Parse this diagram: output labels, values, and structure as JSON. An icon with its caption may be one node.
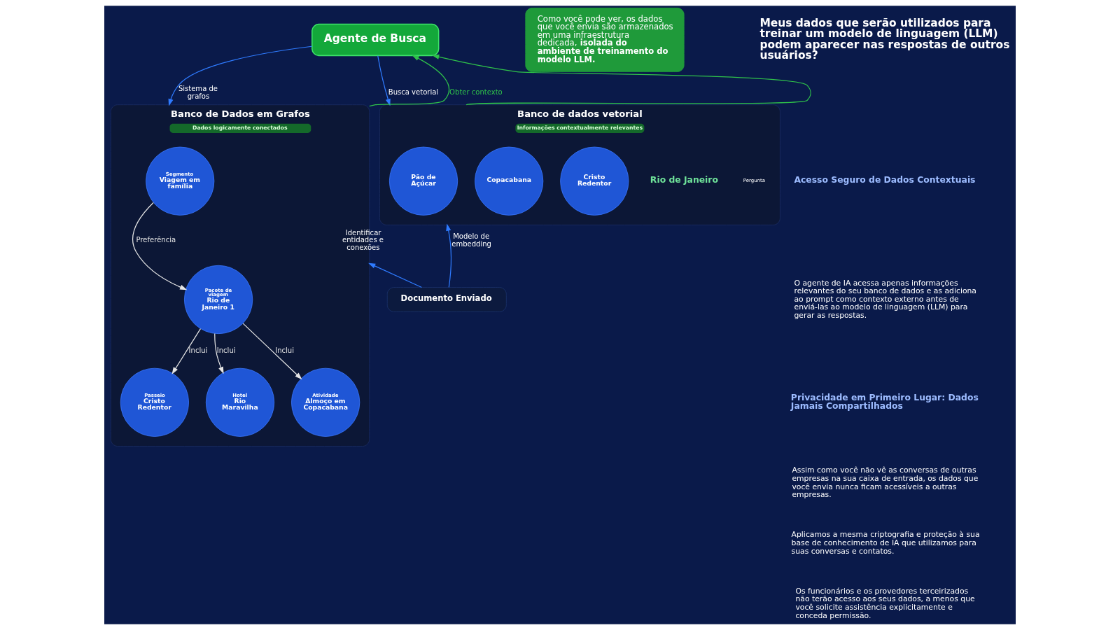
{
  "diagram": {
    "nodes": [
      {
        "text": [
          "Agente de Busca"
        ]
      },
      {
        "text": [
          "Banco de Dados em Grafos",
          "Dados logicamente conectados"
        ]
      },
      {
        "text": [
          "Segmento",
          "Viagem em família"
        ],
        "in": 1
      },
      {
        "text": [
          "Pacote de viagem",
          "Rio de Janeiro 1"
        ],
        "in": 1
      },
      {
        "text": [
          "Passeio",
          "Cristo Redentor"
        ],
        "in": 1
      },
      {
        "text": [
          "Hotel",
          "Rio Maravilha"
        ],
        "in": 1
      },
      {
        "text": [
          "Atividade",
          "Almoço em Copacabana"
        ],
        "in": 1
      },
      {
        "text": [
          "Banco de dados vetorial",
          "Informações contextualmente relevantes"
        ]
      },
      {
        "text": [
          "Pão de Açúcar"
        ],
        "in": 7
      },
      {
        "text": [
          "Copacabana"
        ],
        "in": 7
      },
      {
        "text": [
          "Cristo Redentor"
        ],
        "in": 7
      },
      {
        "text": [
          "Documento Enviado"
        ]
      },
      {
        "text": [
          "Como você pode ver, os dados que você envia são armazenados em uma infraestrutura dedicada, **isolada do ambiente de treinamento do modelo LLM.**"
        ]
      }
    ],
    "edges": [
      {
        "from": 0,
        "to": 1,
        "arrow": "to",
        "label": "Sistema de grafos"
      },
      {
        "from": 0,
        "to": 7,
        "arrow": "to",
        "label": "Busca vetorial"
      },
      {
        "from": 1,
        "to": 0,
        "arrow": "to",
        "label": "Obter contexto",
        "color": "#2fc24a"
      },
      {
        "from": 7,
        "to": 0,
        "arrow": "to",
        "color": "#2fc24a"
      },
      {
        "from": 2,
        "to": 3,
        "arrow": "to",
        "label": "Preferência",
        "color": "#e6e6e6"
      },
      {
        "from": 3,
        "to": 4,
        "arrow": "to",
        "label": "Inclui",
        "color": "#e6e6e6"
      },
      {
        "from": 3,
        "to": 5,
        "arrow": "to",
        "label": "Inclui",
        "color": "#e6e6e6"
      },
      {
        "from": 3,
        "to": 6,
        "arrow": "to",
        "label": "Inclui",
        "color": "#e6e6e6"
      },
      {
        "from": 11,
        "to": 1,
        "arrow": "to",
        "label": "Identificar entidades e conexões"
      },
      {
        "from": 11,
        "to": 7,
        "arrow": "to",
        "label": "Modelo de embedding"
      }
    ],
    "labels": [
      "Rio de Janeiro",
      "Pergunta",
      "Meus dados que serão utilizados para treinar um modelo de linguagem (LLM) podem aparecer nas respostas de outros usuários?",
      "Acesso Seguro de Dados Contextuais",
      "O agente de IA acessa apenas informações relevantes do seu banco de dados e as adiciona ao prompt como contexto externo antes de enviá-las ao modelo de linguagem (LLM) para gerar as respostas.",
      "Privacidade em Primeiro Lugar: Dados Jamais Compartilhados",
      "Assim como você não vê as conversas de outras empresas na sua caixa de entrada, os dados que você envia nunca ficam acessíveis a outras empresas.",
      "Aplicamos a mesma criptografia e proteção à sua base de conhecimento de IA que utilizamos para suas conversas e contatos.",
      "Os funcionários e os provedores terceirizados não terão acesso aos seus dados, a menos que você solicite assistência explicitamente e conceda permissão."
    ]
  }
}
